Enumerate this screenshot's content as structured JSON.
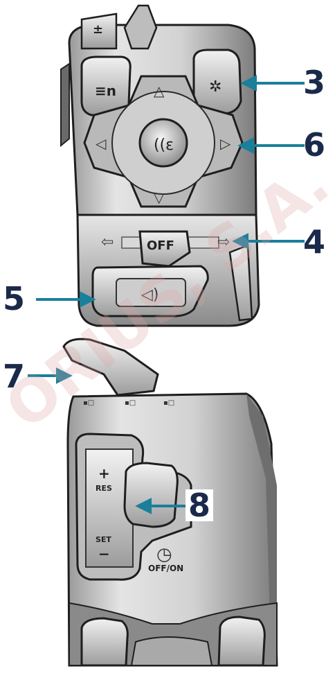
{
  "callouts": [
    {
      "id": "3",
      "label": "3"
    },
    {
      "id": "6",
      "label": "6"
    },
    {
      "id": "4",
      "label": "4"
    },
    {
      "id": "5",
      "label": "5"
    },
    {
      "id": "7",
      "label": "7"
    },
    {
      "id": "8",
      "label": "8"
    }
  ],
  "switch_labels": {
    "off": "OFF",
    "res": "RES",
    "set": "SET",
    "plus": "+",
    "minus": "−",
    "cruise_toggle": "OFF/ON"
  },
  "watermark": "ORIUS, S.A.",
  "colors": {
    "callout_text": "#1b2a4a",
    "arrow": "#1a7f9a",
    "housing": "#c8c8c8",
    "housing_dark": "#6e6e6e"
  }
}
